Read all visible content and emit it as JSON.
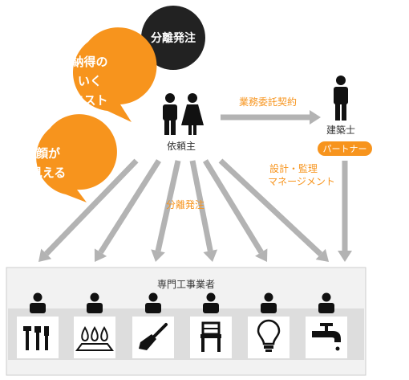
{
  "bubbles": {
    "top": "分離発注",
    "cost": [
      "納得の",
      "いく",
      "コスト"
    ],
    "face": [
      "顔が",
      "見える"
    ]
  },
  "client": {
    "label": "依頼主"
  },
  "architect": {
    "label": "建築士",
    "badge": "パートナー"
  },
  "arrows": {
    "contract": "業務委託契約",
    "management": [
      "設計・監理",
      "マネージメント"
    ],
    "order": "分離発注"
  },
  "contractors": {
    "title": "専門工事業者",
    "trades": [
      {
        "icon": "tools-icon"
      },
      {
        "icon": "gas-burner-icon"
      },
      {
        "icon": "paintbrush-icon"
      },
      {
        "icon": "chair-icon"
      },
      {
        "icon": "light-bulb-icon"
      },
      {
        "icon": "water-faucet-icon"
      }
    ]
  },
  "colors": {
    "orange": "#f7941d",
    "dark": "#222222",
    "arrow": "#b3b3b3",
    "panel": "#f2f2f2",
    "panel_border": "#cccccc",
    "tile_strip": "#dddddd"
  }
}
